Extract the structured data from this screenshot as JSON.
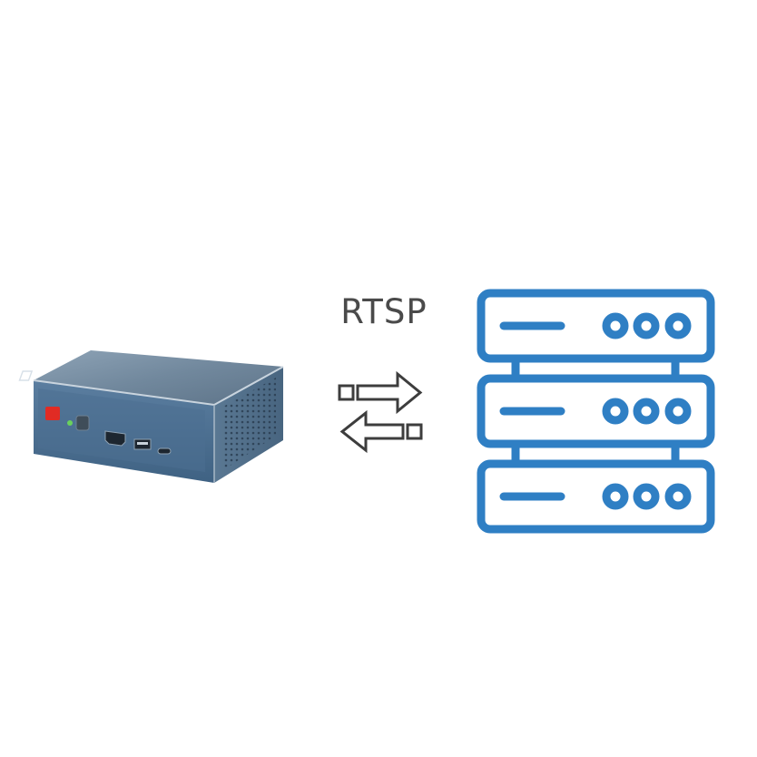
{
  "protocol_label": "RTSP",
  "colors": {
    "server_blue": "#2f7fc4",
    "arrow_gray": "#3d3d3d",
    "device_body": "#5f7890",
    "device_front": "#4e6f8e",
    "power_button": "#e12b24",
    "status_led": "#6ad15c"
  },
  "icons": {
    "device": "edge-box-device",
    "transfer": "bidirectional-arrows-icon",
    "server": "server-rack-icon"
  },
  "server": {
    "units": 3,
    "indicators_per_unit": 3
  }
}
